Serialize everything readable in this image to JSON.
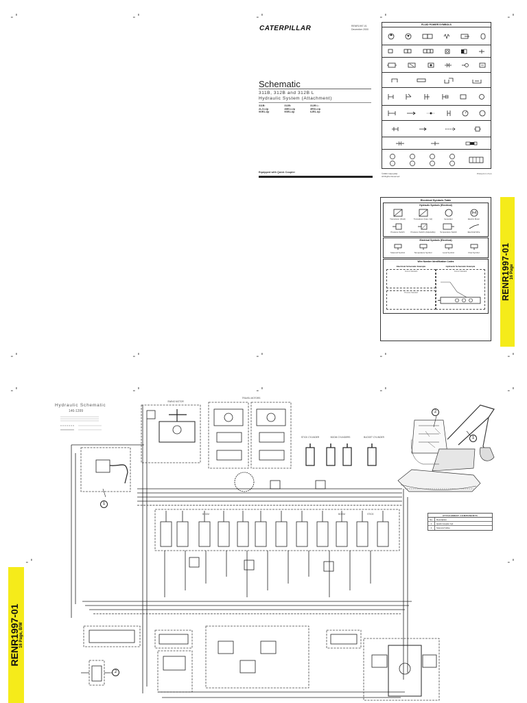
{
  "crop_mark": "-'",
  "cover": {
    "brand": "CATERPILLAR",
    "doc_number": "RENR1997-01",
    "date": "December 2000",
    "title": "Schematic",
    "subtitle_line1": "311B, 312B and 312B L",
    "subtitle_line2": "Hydraulic System (Attachment)",
    "serials": [
      {
        "model": "311B:",
        "lines": [
          "2LJ1-Up",
          "9GR1-Up"
        ]
      },
      {
        "model": "312B:",
        "lines": [
          "2MK1-Up",
          "9SR1-Up"
        ]
      },
      {
        "model": "312B L:",
        "lines": [
          "3RS1-Up",
          "6JR1-Up"
        ]
      }
    ],
    "equipped_note": "Equipped with Quick Coupler"
  },
  "fluid_symbols": {
    "heading": "FLUID POWER SYMBOLS",
    "copyright_line1": "©2000 Caterpillar",
    "copyright_line2": "All Rights Reserved",
    "printed": "Printed in U.S.A."
  },
  "electrical_symbols": {
    "title": "Electrical Symbols Table",
    "section1": "Hydraulic Symbols (Electrical)",
    "items1": [
      "Transducer (Fluid)",
      "Transducer (Gas / Air)",
      "Generator",
      "Electric Motor",
      "Pressure Switch",
      "Pressure Switch (Adjustable)",
      "Temperature Switch",
      "Electrical Wire"
    ],
    "section2": "Electrical Symbols (Electrical)",
    "items2": [
      "Solenoid Symbol",
      "Temperature Symbol",
      "Level Symbol",
      "Flow Symbol"
    ],
    "section3": "Wire Number Identification Codes",
    "example_electrical": "Electrical Schematic Example",
    "example_hydraulic": "Hydraulic Schematic Example",
    "current_standard": "Current Standard",
    "previous_standard": "Previous Standard"
  },
  "tab_top": {
    "doc": "RENR1997-01",
    "pages": "16 Page"
  },
  "tab_bottom": {
    "doc": "RENR1997-01",
    "pages": "16 Page, B/W"
  },
  "schematic": {
    "title": "Hydraulic Schematic",
    "part_number": "146-1399",
    "labels": {
      "swing_motor": "SWING MOTOR",
      "travel_motors": "TRAVEL MOTORS",
      "stick_cyl": "STICK CYLINDER",
      "boom_cyl": "BOOM CYLINDERS",
      "bucket_cyl": "BUCKET CYLINDER",
      "boom": "BOOM",
      "stick": "STICK"
    }
  },
  "attachment_table": {
    "heading": "ATTACHMENT COMPONENTS",
    "columns": [
      "No.",
      "Description"
    ],
    "rows": [
      {
        "no": "1",
        "desc": "Quick Coupler Cyl."
      },
      {
        "no": "2",
        "desc": "Solenoid Valve"
      }
    ]
  },
  "callouts": {
    "one": "1",
    "two": "2"
  }
}
